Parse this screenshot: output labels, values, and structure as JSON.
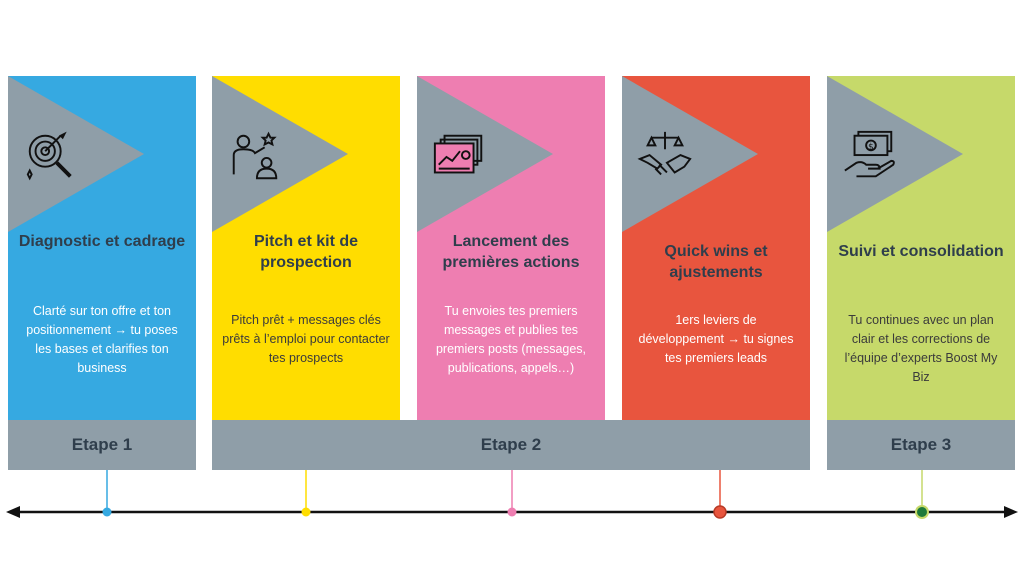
{
  "colors": {
    "gray": "#8f9ea8",
    "blue": "#36a9e1",
    "yellow": "#ffdd00",
    "pink": "#ee7eb1",
    "red": "#e8553e",
    "green": "#c6d96a"
  },
  "cards": [
    {
      "icon": "target-analysis-icon",
      "title": "Diagnostic et cadrage",
      "desc": "Clarté sur ton offre et ton positionnement → tu poses les bases et clarifies ton business"
    },
    {
      "icon": "person-star-icon",
      "title": "Pitch et kit de prospection",
      "desc": "Pitch prêt + messages clés prêts à l’emploi pour contacter tes prospects"
    },
    {
      "icon": "presentation-chart-icon",
      "title": "Lancement des premières actions",
      "desc": "Tu envoies tes premiers messages et publies tes premiers posts (messages, publications, appels…)"
    },
    {
      "icon": "handshake-scale-icon",
      "title": "Quick wins et ajustements",
      "desc": "1ers leviers de développement → tu signes tes premiers leads"
    },
    {
      "icon": "money-hand-icon",
      "title": "Suivi et consolidation",
      "desc": "Tu continues avec un plan clair et les corrections de l’équipe d’experts Boost My Biz"
    }
  ],
  "stages": [
    {
      "label": "Etape 1"
    },
    {
      "label": "Etape 2"
    },
    {
      "label": "Etape 3"
    }
  ]
}
